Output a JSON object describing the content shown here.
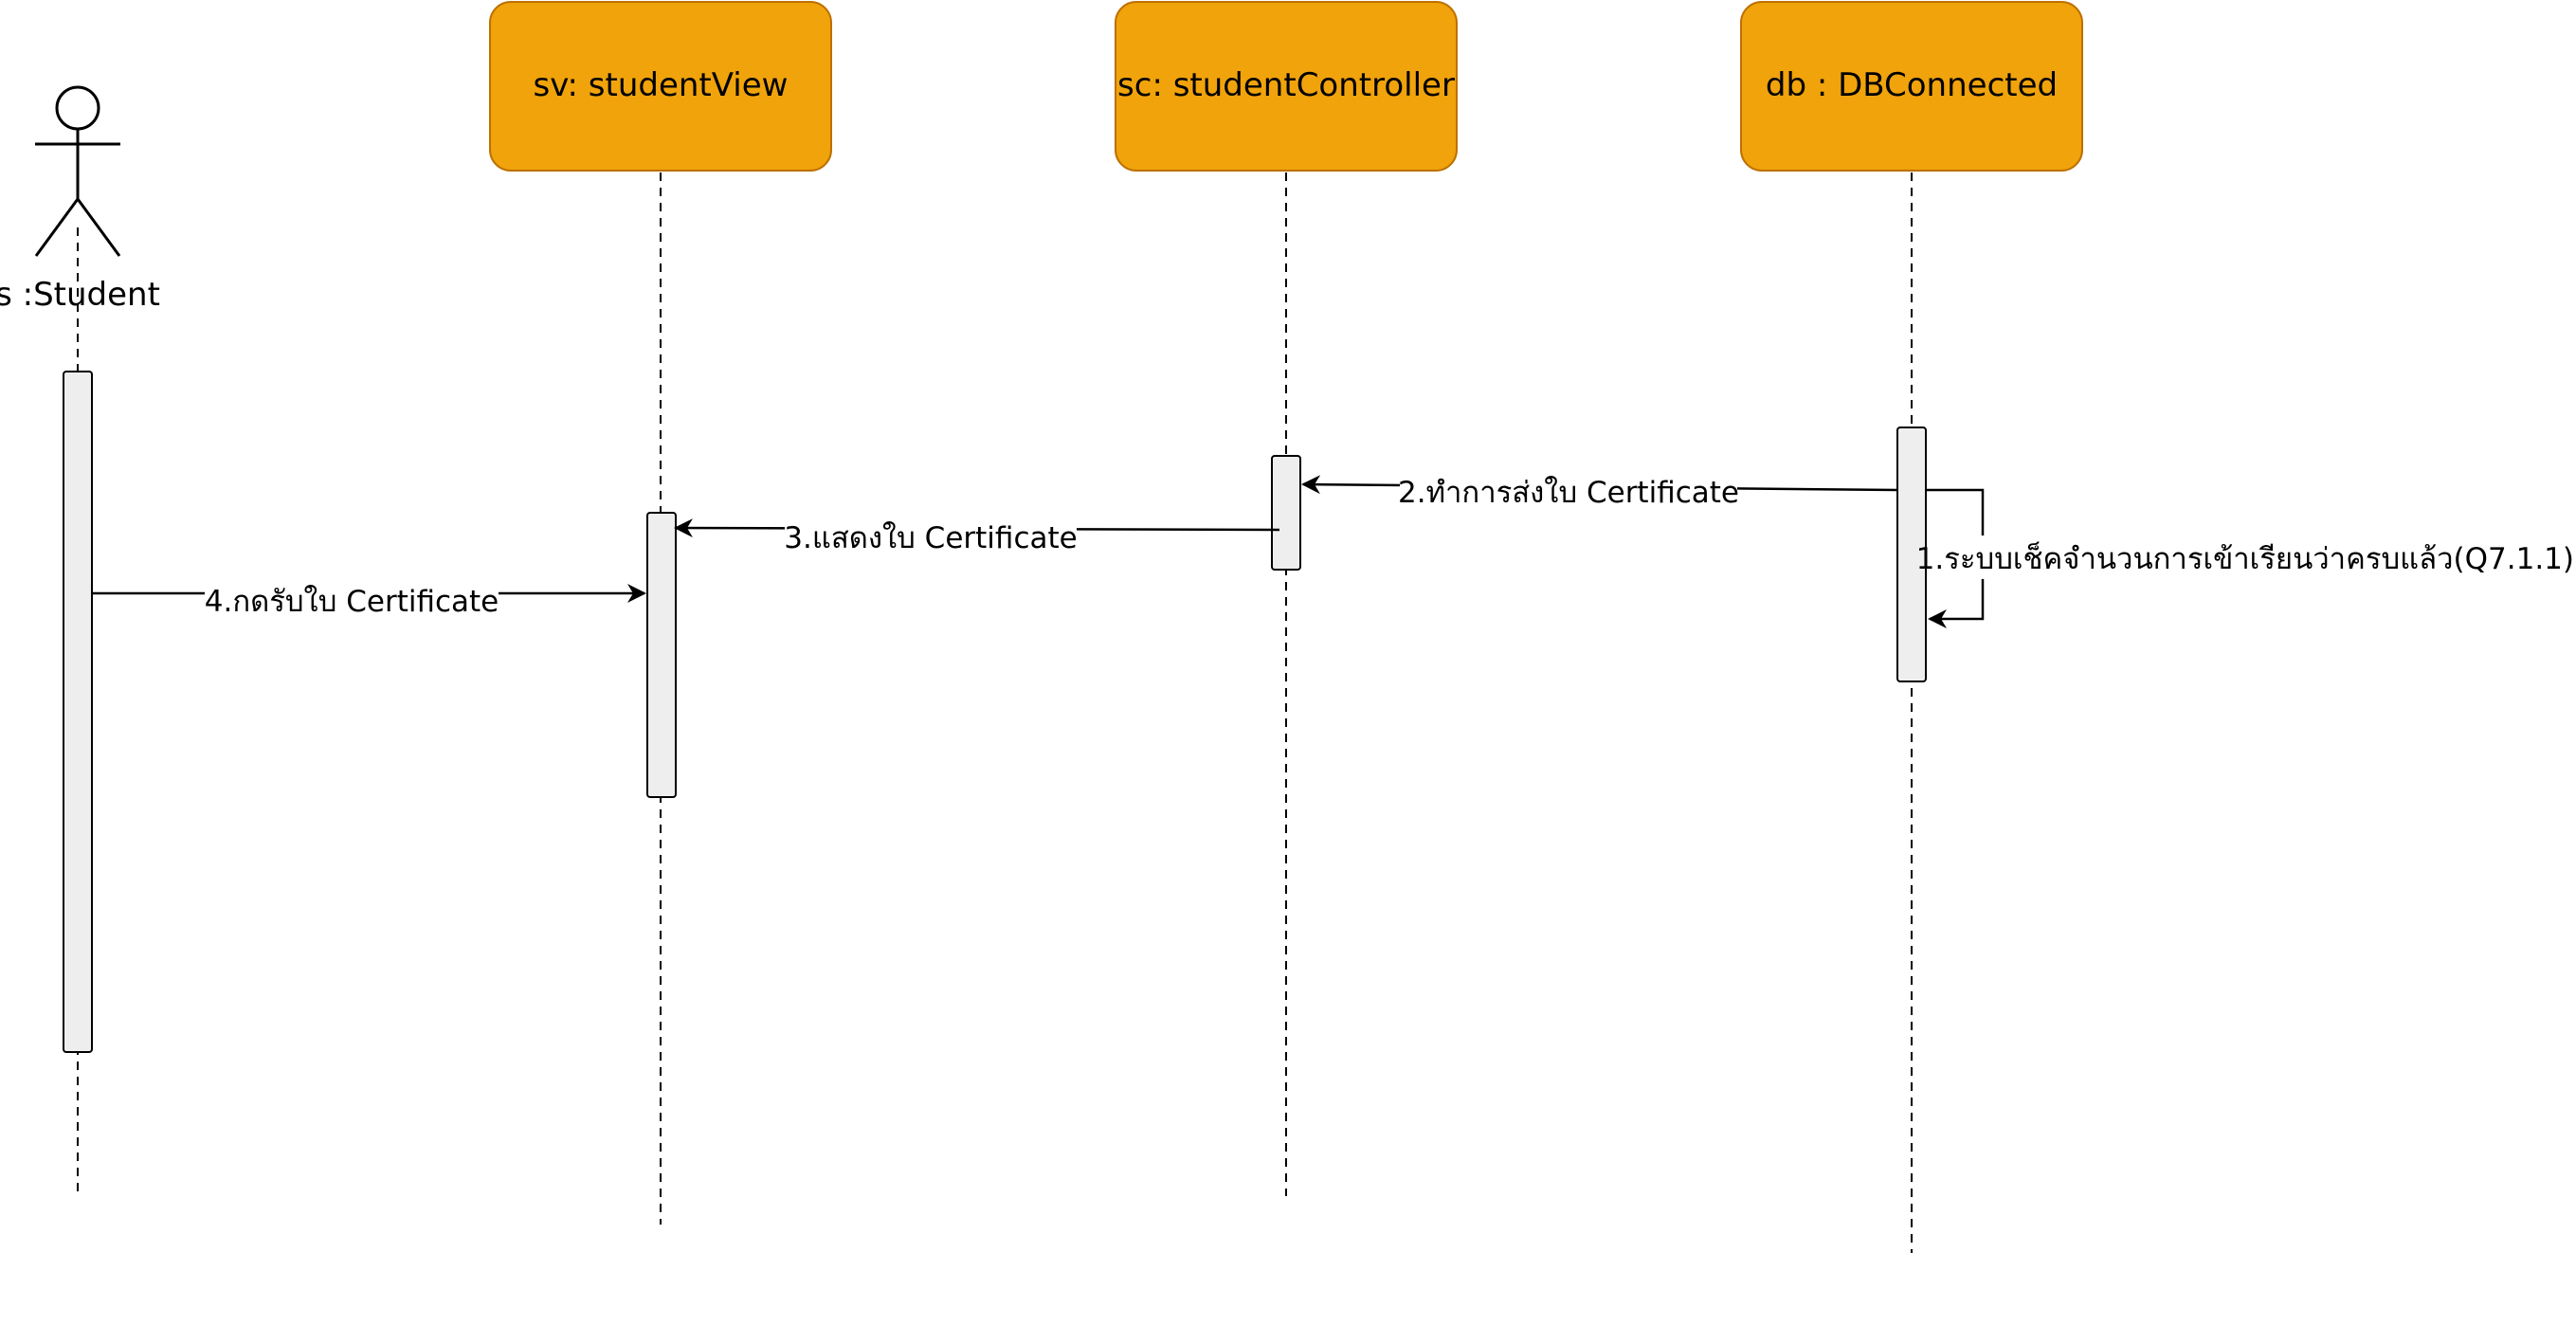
{
  "diagram": {
    "type": "sequence",
    "actor": {
      "label": "s :Student"
    },
    "participants": [
      {
        "id": "sv",
        "label": "sv: studentView"
      },
      {
        "id": "sc",
        "label": "sc: studentController"
      },
      {
        "id": "db",
        "label": "db : DBConnected"
      }
    ],
    "messages": [
      {
        "id": "m1",
        "label": "1.ระบบเช็คจำนวนการเข้าเรียนว่าครบแล้ว(Q7.1.1)",
        "from": "db",
        "to": "db"
      },
      {
        "id": "m2",
        "label": "2.ทำการส่งใบ Certificate",
        "from": "db",
        "to": "sc"
      },
      {
        "id": "m3",
        "label": "3.แสดงใบ Certificate",
        "from": "sc",
        "to": "sv"
      },
      {
        "id": "m4",
        "label": "4.กดรับใบ Certificate",
        "from": "student",
        "to": "sv"
      }
    ],
    "colors": {
      "participant_fill": "#f0a30a",
      "participant_stroke": "#bd7000",
      "activation_fill": "#eeeeee",
      "line": "#000000"
    }
  }
}
